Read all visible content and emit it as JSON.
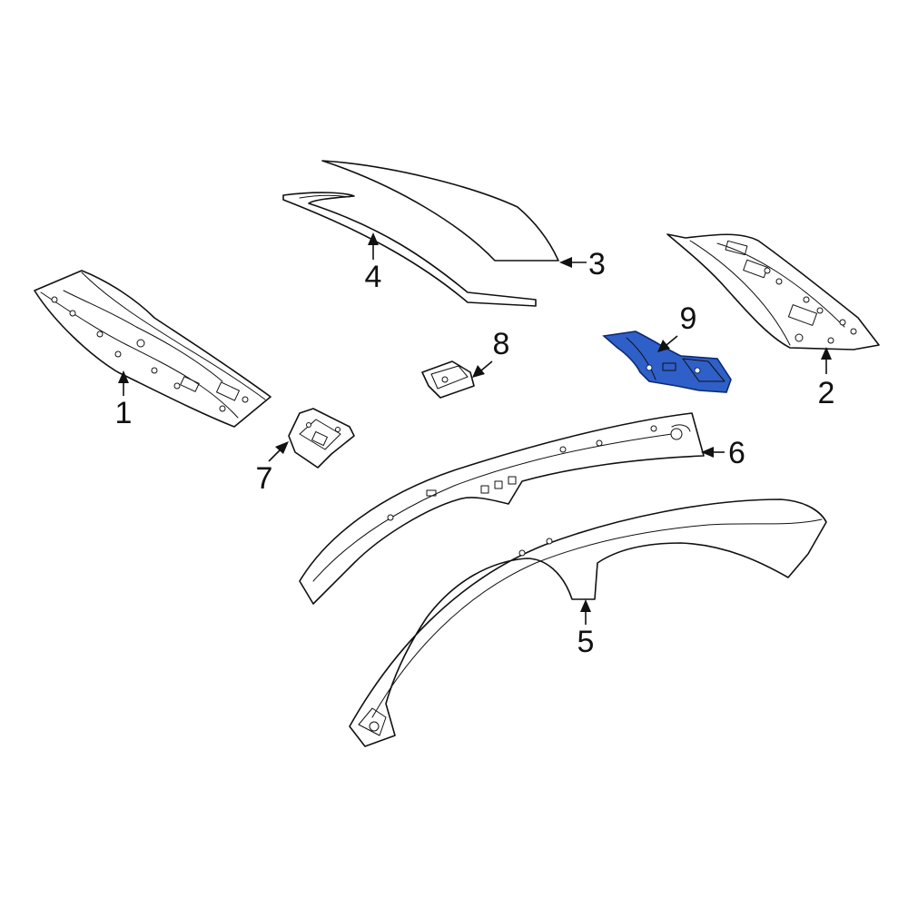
{
  "highlight_color": "#2f5fc8",
  "callouts": [
    {
      "number": "1"
    },
    {
      "number": "2"
    },
    {
      "number": "3"
    },
    {
      "number": "4"
    },
    {
      "number": "5"
    },
    {
      "number": "6"
    },
    {
      "number": "7"
    },
    {
      "number": "8"
    },
    {
      "number": "9"
    }
  ]
}
